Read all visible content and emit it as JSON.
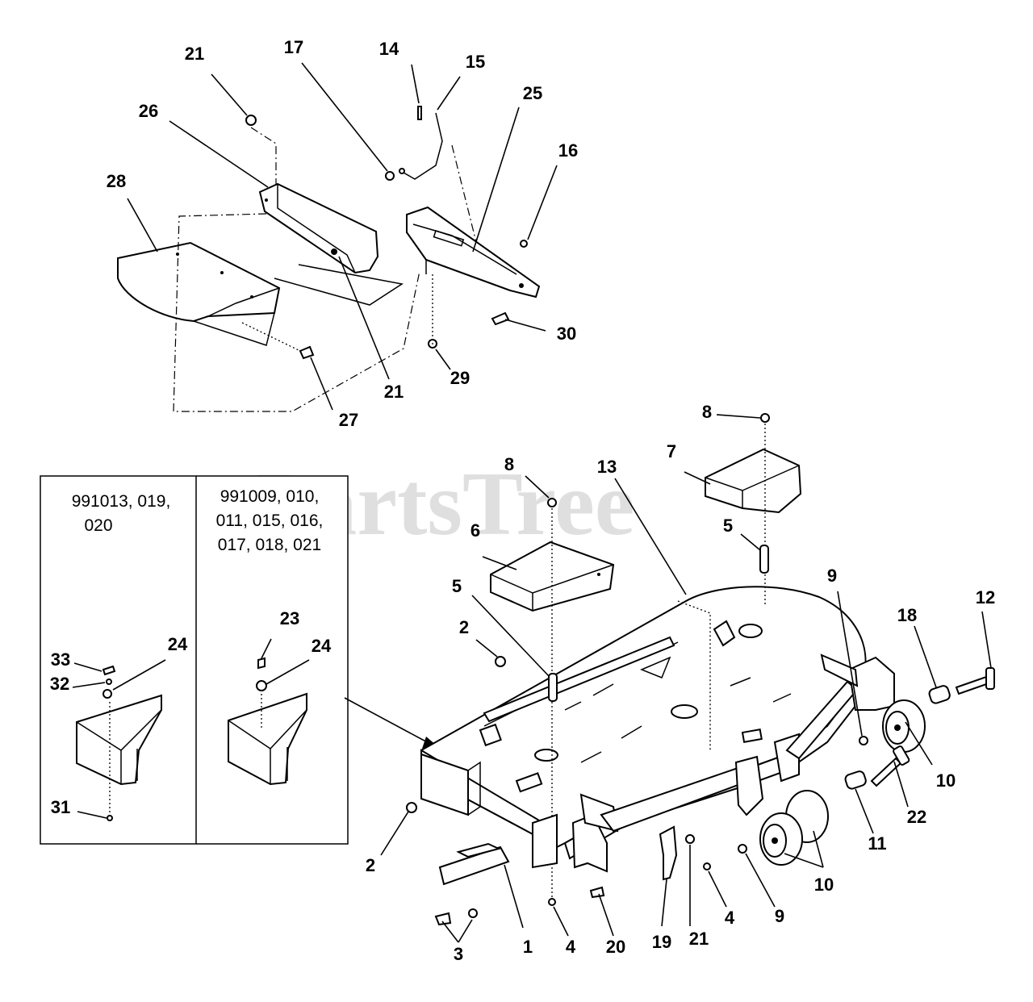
{
  "watermark": "PartsTree",
  "watermark_tm": "™",
  "inset": {
    "left_header": [
      "991013, 019,",
      "020"
    ],
    "right_header": [
      "991009, 010,",
      "011, 015, 016,",
      "017, 018, 021"
    ],
    "left_callouts": [
      "33",
      "24",
      "32",
      "31"
    ],
    "right_callouts": [
      "23",
      "24"
    ]
  },
  "callouts": [
    "21",
    "17",
    "14",
    "15",
    "25",
    "16",
    "26",
    "28",
    "21",
    "29",
    "30",
    "27",
    "8",
    "7",
    "13",
    "8",
    "6",
    "5",
    "5",
    "2",
    "9",
    "12",
    "18",
    "10",
    "22",
    "11",
    "10",
    "2",
    "1",
    "3",
    "4",
    "20",
    "19",
    "21",
    "4",
    "9"
  ],
  "icons": {
    "deck": "mower-deck-shell",
    "baffle": "discharge-baffle",
    "wheel": "anti-scalp-roller",
    "bolt": "hex-bolt"
  }
}
